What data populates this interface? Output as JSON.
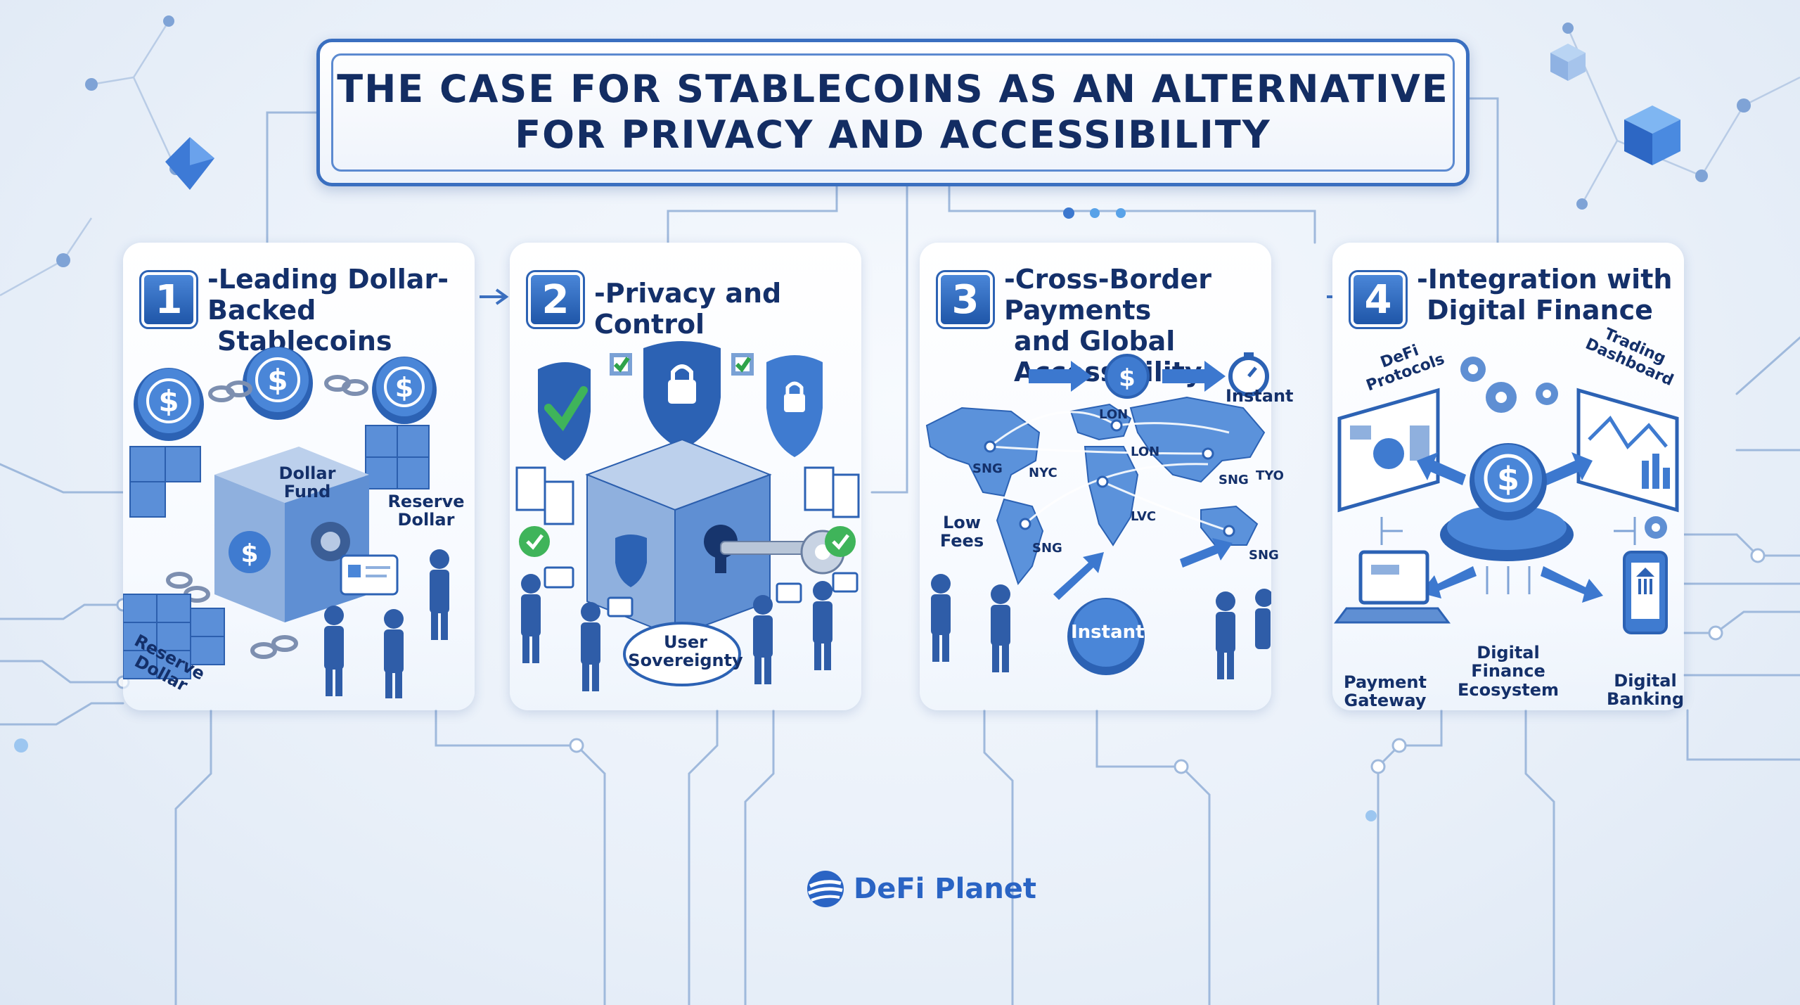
{
  "title": {
    "line1": "THE CASE FOR STABLECOINS AS AN ALTERNATIVE",
    "line2": "FOR PRIVACY AND ACCESSIBILITY"
  },
  "colors": {
    "primary": "#2c62b4",
    "dark_text": "#14306a",
    "accent_green": "#2fa34a",
    "background": "#eaf1fa"
  },
  "panels": [
    {
      "number": "1",
      "title_line1": "-Leading Dollar-Backed",
      "title_line2": "Stablecoins",
      "labels": {
        "vault": "Dollar\nFund",
        "reserve_right": "Reserve\nDollar",
        "reserve_left": "Reserve\nDollar"
      },
      "icons": [
        "coin-icon",
        "vault-icon",
        "chain-icon",
        "document-icon"
      ]
    },
    {
      "number": "2",
      "title_line1": "-Privacy and Control",
      "title_line2": "",
      "labels": {
        "bubble": "User\nSovereignty"
      },
      "icons": [
        "shield-check-icon",
        "lock-icon",
        "key-icon",
        "safe-icon"
      ]
    },
    {
      "number": "3",
      "title_line1": "-Cross-Border Payments",
      "title_line2": "and Global Accessibility",
      "labels": {
        "instant_top": "Instant",
        "low_fees": "Low\nFees",
        "instant_coin": "Instant",
        "cities": [
          "LON",
          "LON",
          "NYC",
          "SNG",
          "SNG",
          "TYO",
          "LVC",
          "SNG",
          "SNG"
        ]
      },
      "icons": [
        "world-map-icon",
        "stopwatch-icon",
        "coin-icon",
        "arrow-icon"
      ]
    },
    {
      "number": "4",
      "title_line1": "-Integration with",
      "title_line2": "Digital Finance",
      "labels": {
        "defi": "DeFi\nProtocols",
        "trading": "Trading\nDashboard",
        "payment": "Payment\nGateway",
        "ecosystem": "Digital Finance\nEcosystem",
        "banking": "Digital\nBanking"
      },
      "icons": [
        "coin-icon",
        "gear-icon",
        "laptop-icon",
        "phone-bank-icon"
      ]
    }
  ],
  "logo": {
    "text": "DeFi Planet"
  }
}
